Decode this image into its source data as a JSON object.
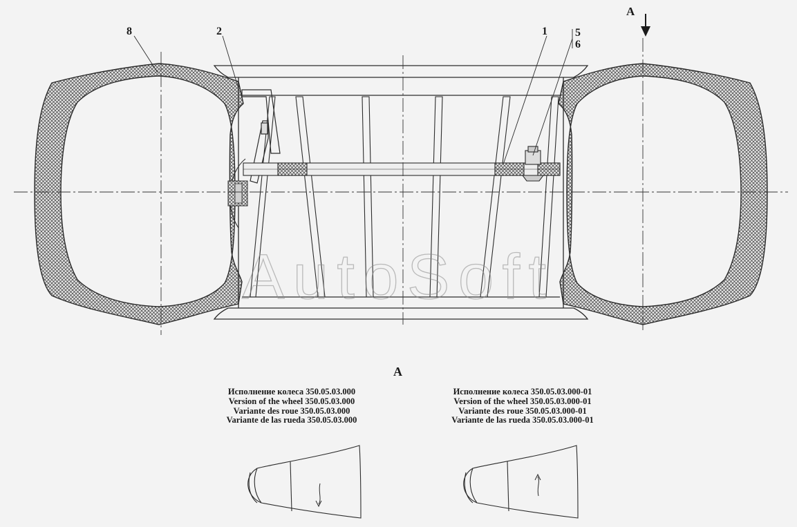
{
  "callouts": {
    "c8": "8",
    "c2": "2",
    "c1": "1",
    "c5": "5",
    "c6": "6",
    "view_arrow": "A"
  },
  "view": {
    "title": "A"
  },
  "variants": [
    {
      "lines": [
        "Исполнение колеса 350.05.03.000",
        "Version of the wheel 350.05.03.000",
        "Variante des roue 350.05.03.000",
        "Variante de las rueda 350.05.03.000"
      ],
      "rotation": "down"
    },
    {
      "lines": [
        "Исполнение колеса 350.05.03.000-01",
        "Version of the wheel 350.05.03.000-01",
        "Variante des roue 350.05.03.000-01",
        "Variante de las rueda 350.05.03.000-01"
      ],
      "rotation": "up"
    }
  ],
  "watermark": "AutoSoft",
  "colors": {
    "line": "#2b2b2b",
    "hatch": "#3a3a3a",
    "background": "#f3f3f3",
    "watermark": "#8a8a8a"
  }
}
